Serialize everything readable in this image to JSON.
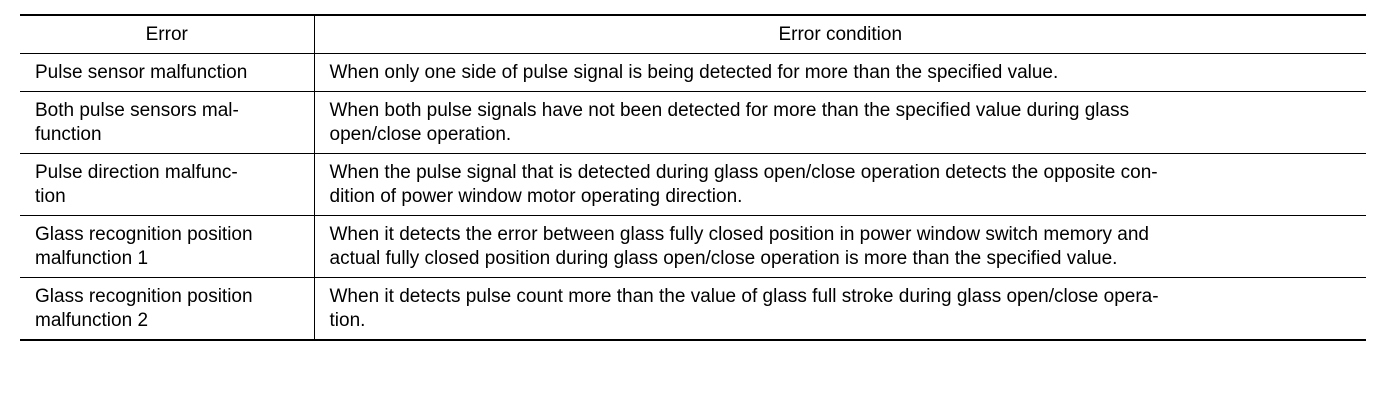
{
  "table": {
    "headers": [
      "Error",
      "Error condition"
    ],
    "rows": [
      {
        "error": [
          "Pulse sensor malfunction"
        ],
        "condition": [
          "When only one side of pulse signal is being detected for more than the specified value."
        ]
      },
      {
        "error": [
          "Both pulse sensors mal-",
          "function"
        ],
        "condition": [
          "When both pulse signals have not been detected for more than the specified value during glass",
          "open/close operation."
        ]
      },
      {
        "error": [
          "Pulse direction malfunc-",
          "tion"
        ],
        "condition": [
          "When the pulse signal that is detected during glass open/close operation detects the opposite con-",
          "dition of power window motor operating direction."
        ]
      },
      {
        "error": [
          "Glass recognition position",
          "malfunction 1"
        ],
        "condition": [
          "When it detects the error between glass fully closed position in power window switch memory and",
          "actual fully closed position during glass open/close operation is more than the specified value."
        ]
      },
      {
        "error": [
          "Glass recognition position",
          "malfunction 2"
        ],
        "condition": [
          "When it detects pulse count more than the value of glass full stroke during glass open/close opera-",
          "tion."
        ]
      }
    ]
  }
}
